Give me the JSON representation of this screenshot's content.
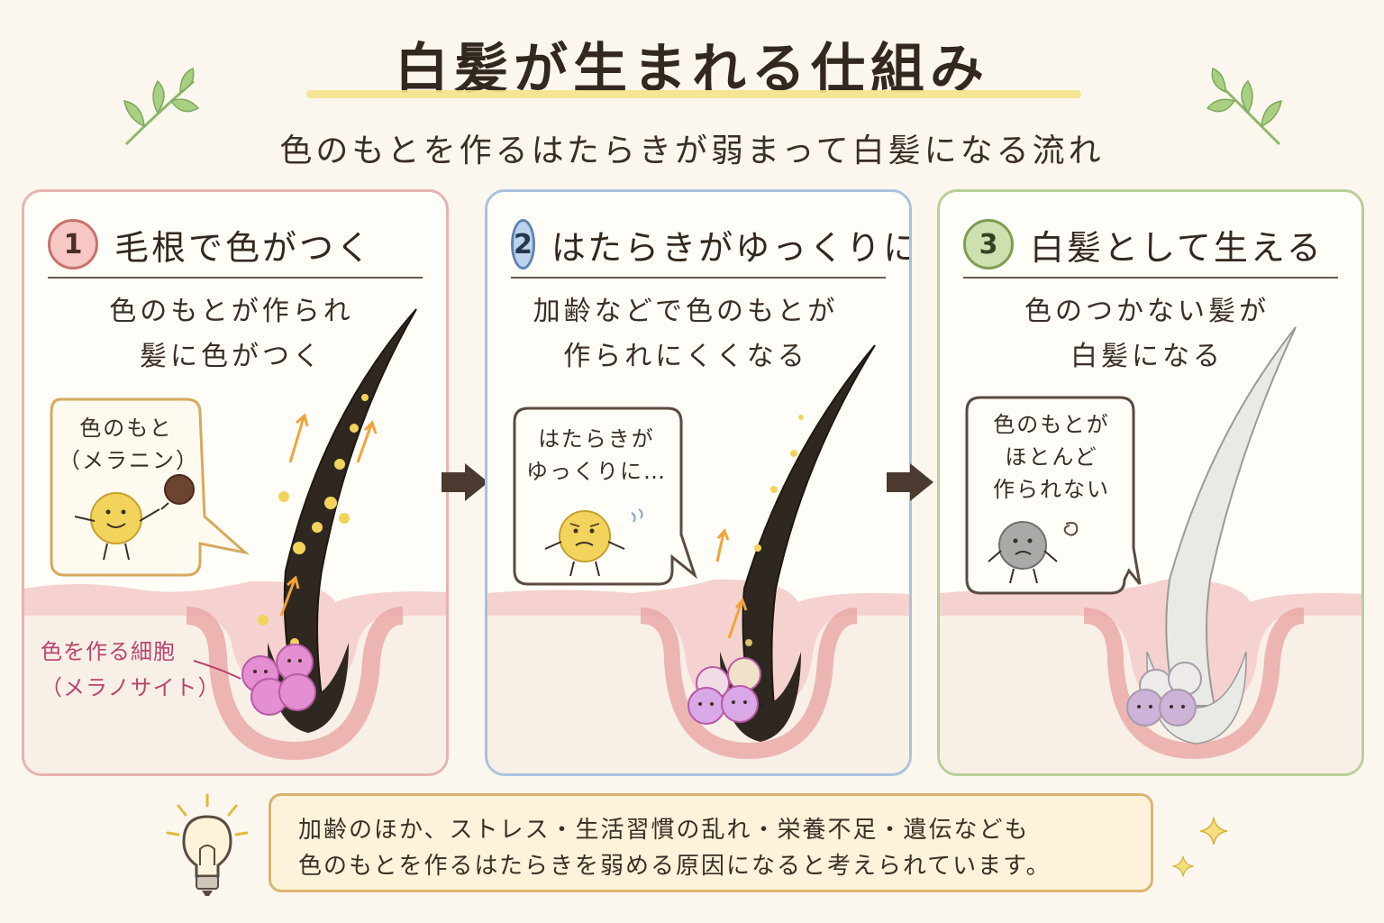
{
  "title": "白髪が生まれる仕組み",
  "subtitle": "色のもとを作るはたらきが弱まって白髪になる流れ",
  "steps": [
    {
      "number": "1",
      "title": "毛根で色がつく",
      "description": [
        "色のもとが作られ",
        "髪に色がつく"
      ],
      "bubble": [
        "色のもと",
        "（メラニン）"
      ],
      "cell_label": [
        "色を作る細胞",
        "（メラノサイト）"
      ]
    },
    {
      "number": "2",
      "title": "はたらきがゆっくりに",
      "description": [
        "加齢などで色のもとが",
        "作られにくくなる"
      ],
      "bubble": [
        "はたらきが",
        "ゆっくりに…"
      ]
    },
    {
      "number": "3",
      "title": "白髪として生える",
      "description": [
        "色のつかない髪が",
        "白髪になる"
      ],
      "bubble": [
        "色のもとが",
        "ほとんど",
        "作られない"
      ]
    }
  ],
  "note": [
    "加齢のほか、ストレス・生活習慣の乱れ・栄養不足・遺伝なども",
    "色のもとを作るはたらきを弱める原因になると考えられています。"
  ],
  "colors": {
    "panel1_border": "#e7b3b0",
    "panel2_border": "#a9c2de",
    "panel3_border": "#b9cf98",
    "hair_dark": "#2f2820",
    "hair_white": "#e9e9e6",
    "melanin_yellow": "#f2d45c",
    "melanocyte_pink": "#e38fd1",
    "skin_pink": "#f5c9c6",
    "arrow_orange": "#f1a33a",
    "note_border": "#d9b472"
  }
}
